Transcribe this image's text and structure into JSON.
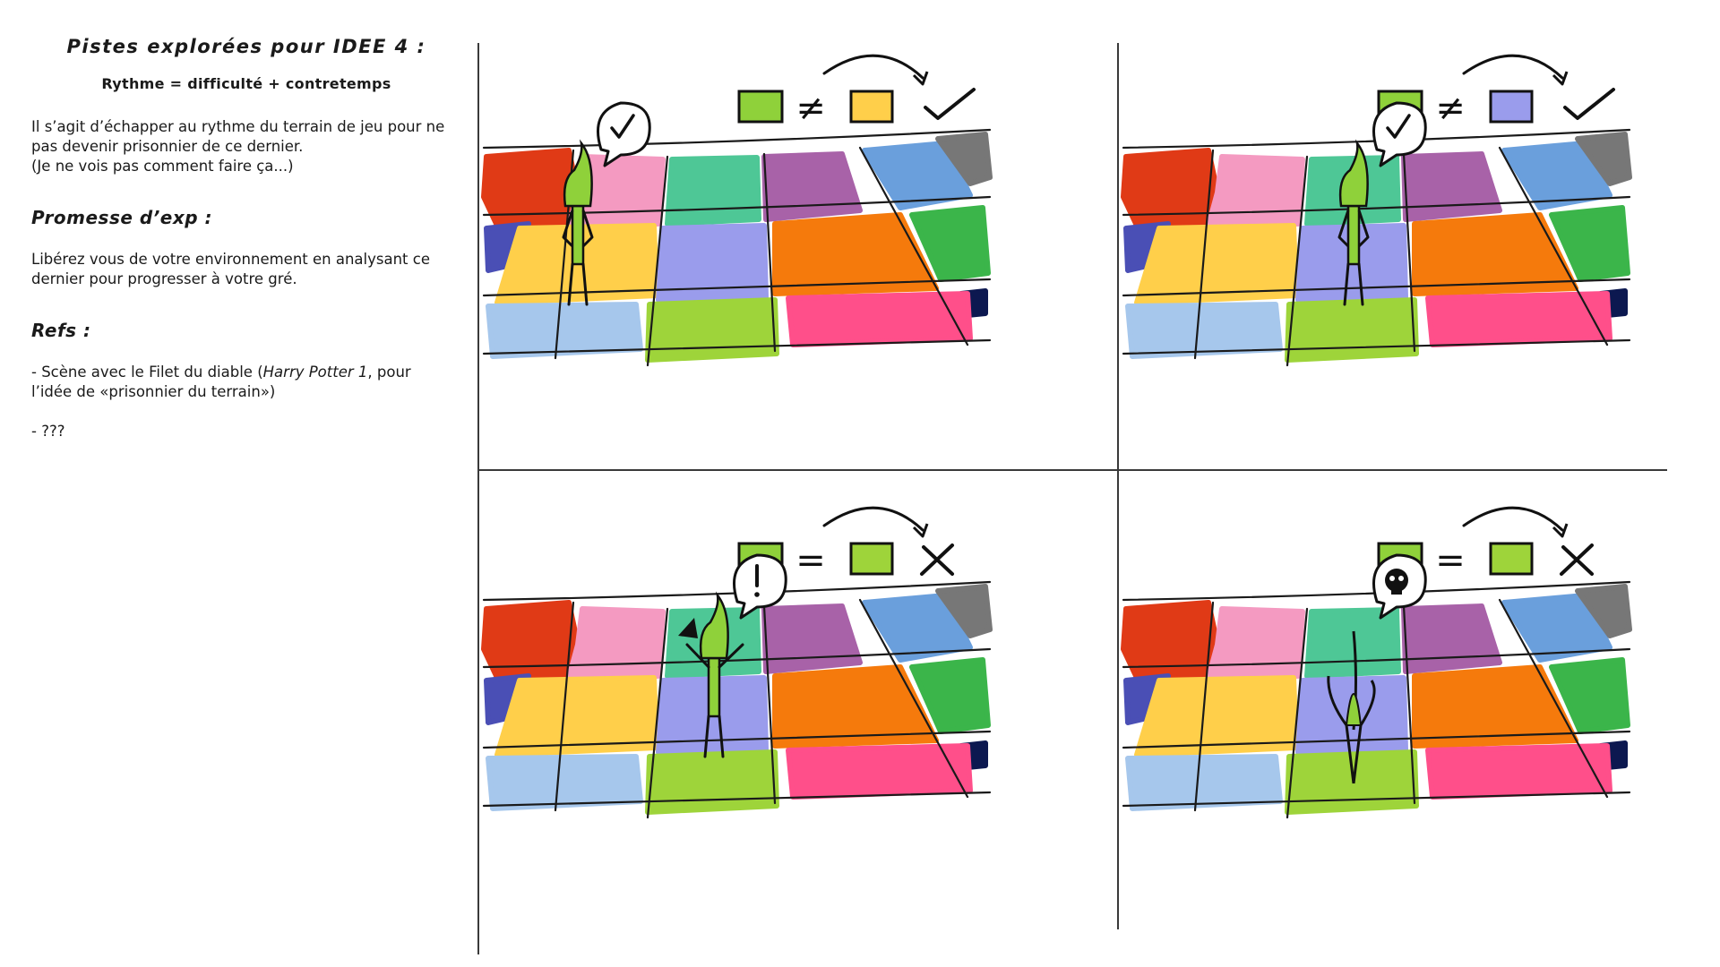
{
  "notes": {
    "title": "Pistes explorées pour IDEE 4 :",
    "subtitle": "Rythme = difficulté + contretemps",
    "intro_line1": "Il s’agit d’échapper au rythme du terrain de jeu pour ne",
    "intro_line2": "pas devenir prisonnier de ce dernier.",
    "intro_line3": "(Je ne vois pas comment faire ça...)",
    "promise_heading": "Promesse d’exp :",
    "promise_line1": "Libérez vous de votre environnement en analysant ce",
    "promise_line2": "dernier pour progresser à votre gré.",
    "refs_heading": "Refs :",
    "ref1_prefix": "- Scène avec le Filet du diable (",
    "ref1_italic": "Harry Potter 1",
    "ref1_suffix": ", pour",
    "ref1_line2": "l’idée de «prisonnier du terrain»)",
    "ref2": "- ???"
  },
  "palette": {
    "red": "#e03a16",
    "pink": "#f49ac1",
    "teal": "#4ec796",
    "purple": "#a862a8",
    "blue": "#6a9fdc",
    "gray": "#777777",
    "indigo": "#4a4fb5",
    "yellow": "#ffcf4a",
    "lavender": "#9a9cec",
    "orange": "#f57a0c",
    "green": "#3bb54a",
    "navy": "#0c1850",
    "lightblue": "#a6c7ec",
    "lime": "#9ed43a",
    "rose": "#ff4f8a",
    "player": "#8fd13a"
  },
  "panels": [
    {
      "relation": "≠",
      "compare_color": "#ffcf4a",
      "verdict": "check",
      "bubble": "check",
      "player_tile": "yellow"
    },
    {
      "relation": "≠",
      "compare_color": "#9a9cec",
      "verdict": "check",
      "bubble": "check",
      "player_tile": "lavender"
    },
    {
      "relation": "=",
      "compare_color": "#9ed43a",
      "verdict": "cross",
      "bubble": "exclamation",
      "player_tile": "lavender"
    },
    {
      "relation": "=",
      "compare_color": "#9ed43a",
      "verdict": "cross",
      "bubble": "skull",
      "player_tile": "lavender"
    }
  ]
}
